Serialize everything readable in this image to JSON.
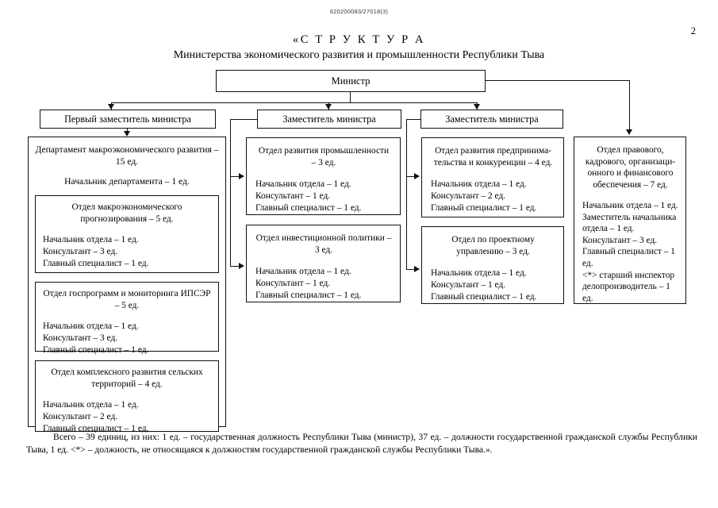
{
  "document": {
    "code": "620200083/27018(3)",
    "page_number": "2",
    "title_line_1": "«С Т Р У К Т У Р А",
    "title_line_2": "Министерства экономического развития и промышленности Республики Тыва"
  },
  "chart": {
    "root": {
      "label": "Министр"
    },
    "deputies": [
      {
        "label": "Первый заместитель министра"
      },
      {
        "label": "Заместитель министра"
      },
      {
        "label": "Заместитель министра"
      }
    ],
    "department": {
      "title": "Департамент макроэкономического развития – 15 ед.",
      "chief": "Начальник департамента – 1 ед.",
      "units": [
        {
          "title": "Отдел макроэкономического прогнозирования – 5 ед.",
          "roles": [
            "Начальник отдела – 1 ед.",
            "Консультант – 3 ед.",
            "Главный специалист – 1 ед."
          ]
        },
        {
          "title": "Отдел госпрограмм и мониторинга ИПСЭР – 5 ед.",
          "roles": [
            "Начальник отдела – 1 ед.",
            "Консультант – 3 ед.",
            "Главный специалист – 1 ед."
          ]
        },
        {
          "title": "Отдел комплексного развития сельских территорий – 4 ед.",
          "roles": [
            "Начальник отдела – 1 ед.",
            "Консультант – 2 ед.",
            "Главный специалист – 1 ед."
          ]
        }
      ]
    },
    "column_2": [
      {
        "title": "Отдел развития промышленности – 3 ед.",
        "roles": [
          "Начальник отдела – 1 ед.",
          "Консультант – 1 ед.",
          "Главный специалист – 1 ед."
        ]
      },
      {
        "title": "Отдел инвестиционной политики – 3 ед.",
        "roles": [
          "Начальник отдела – 1 ед.",
          "Консультант – 1 ед.",
          "Главный специалист – 1 ед."
        ]
      }
    ],
    "column_3": [
      {
        "title": "Отдел развития предпринима-тельства и конкуренции – 4 ед.",
        "roles": [
          "Начальник отдела – 1 ед.",
          "Консультант – 2 ед.",
          "Главный специалист – 1 ед."
        ]
      },
      {
        "title": "Отдел по проектному управлению – 3 ед.",
        "roles": [
          "Начальник отдела – 1 ед.",
          "Консультант – 1 ед.",
          "Главный специалист – 1 ед."
        ]
      }
    ],
    "column_4": [
      {
        "title": "Отдел правового, кадрового, организаци-онного и финансового обеспечения – 7 ед.",
        "roles": [
          "Начальник отдела – 1 ед.",
          "Заместитель начальника отдела – 1 ед.",
          "Консультант – 3 ед.",
          "Главный специалист – 1 ед.",
          "<*> старший инспектор делопроизводитель – 1 ед."
        ]
      }
    ]
  },
  "footer": {
    "text": "Всего – 39 единиц, из них: 1 ед. – государственная должность Республики Тыва (министр), 37 ед. – должности государственной гражданской службы Республики Тыва, 1 ед. <*> – должность, не относящаяся к должностям государственной гражданской службы Республики Тыва.»."
  }
}
